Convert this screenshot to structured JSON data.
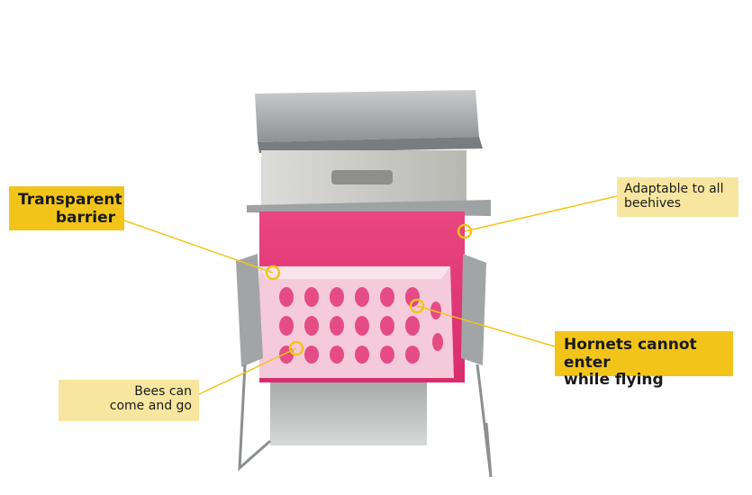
{
  "labels": {
    "transparent_barrier": [
      "Transparent",
      "barrier"
    ],
    "adaptable": [
      "Adaptable to all",
      "beehives"
    ],
    "hornets": [
      "Hornets cannot enter",
      "while flying"
    ],
    "bees": [
      "Bees can",
      "come and go"
    ]
  },
  "colors": {
    "callout_strong": "#f2c41a",
    "callout_soft": "#f7e6a0",
    "hive_pink": "#e53a7a",
    "metal": "#b7b9ba"
  }
}
